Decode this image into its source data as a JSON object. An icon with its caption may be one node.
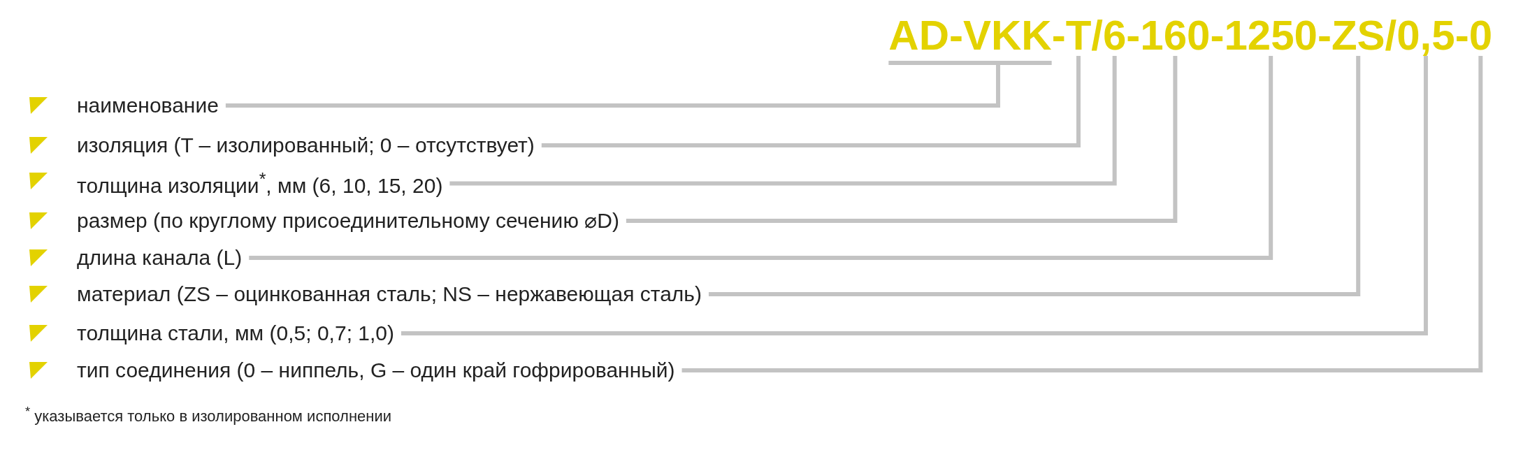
{
  "diagram": {
    "nodes": [
      {
        "text": [
          "AD-VKK"
        ]
      },
      {
        "text": [
          "T"
        ]
      },
      {
        "text": [
          "6"
        ]
      },
      {
        "text": [
          "160"
        ]
      },
      {
        "text": [
          "1250"
        ]
      },
      {
        "text": [
          "ZS"
        ]
      },
      {
        "text": [
          "0,5"
        ]
      },
      {
        "text": [
          "0"
        ]
      },
      {
        "text": [
          "наименование"
        ]
      },
      {
        "text": [
          "изоляция (T – изолированный; 0 – отсутствует)"
        ]
      },
      {
        "text": [
          "толщина изоляции$^{*}$, мм (6, 10, 15, 20)"
        ]
      },
      {
        "text": [
          "размер (по круглому присоединительному сечению ⌀D)"
        ]
      },
      {
        "text": [
          "длина канала (L)"
        ]
      },
      {
        "text": [
          "материал (ZS – оцинкованная сталь; NS – нержавеющая сталь)"
        ]
      },
      {
        "text": [
          "толщина стали, мм (0,5; 0,7; 1,0)"
        ]
      },
      {
        "text": [
          "тип соединения (0 – ниппель, G – один край гофрированный)"
        ]
      }
    ],
    "edges": [
      {
        "from": 8,
        "to": 0,
        "arrow": "none"
      },
      {
        "from": 9,
        "to": 1,
        "arrow": "none"
      },
      {
        "from": 10,
        "to": 2,
        "arrow": "none"
      },
      {
        "from": 11,
        "to": 3,
        "arrow": "none"
      },
      {
        "from": 12,
        "to": 4,
        "arrow": "none"
      },
      {
        "from": 13,
        "to": 5,
        "arrow": "none"
      },
      {
        "from": 14,
        "to": 6,
        "arrow": "none"
      },
      {
        "from": 15,
        "to": 7,
        "arrow": "none"
      }
    ],
    "labels": [
      "-",
      "/",
      "-",
      "-",
      "-",
      "/",
      "-",
      "$^{*}$ указывается только в изолированном исполнении"
    ]
  }
}
